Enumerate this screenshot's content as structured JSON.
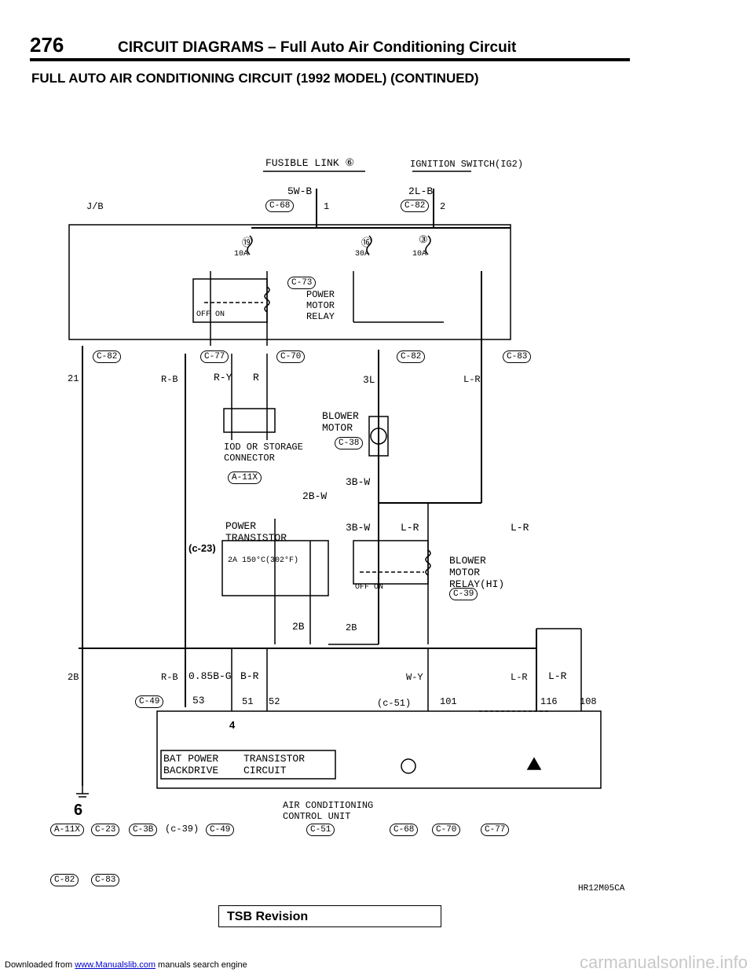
{
  "header": {
    "page_number": "276",
    "title": "CIRCUIT DIAGRAMS – Full Auto Air Conditioning Circuit",
    "subtitle": "FULL AUTO AIR CONDITIONING CIRCUIT (1992 MODEL) (CONTINUED)"
  },
  "labels": {
    "fusible_link": "FUSIBLE LINK ⑥",
    "ignition_switch": "IGNITION SWITCH(IG2)",
    "wire_5wb": "5W-B",
    "wire_2lb": "2L-B",
    "jb": "J/B",
    "conn_c68": "C-68",
    "conn_c82": "C-82",
    "pin1": "1",
    "pin2": "2",
    "fuse19": "⑲",
    "fuse16": "⑯",
    "fuse3": "③",
    "amp10a": "10A",
    "amp30a": "30A",
    "amp10a_b": "10A",
    "relay_label": "POWER MOTOR RELAY",
    "conn_c73": "C-73",
    "off_on": "OFF ON",
    "conn_c77": "C-77",
    "conn_c70": "C-70",
    "conn_c82b": "C-82",
    "conn_c83": "C-83",
    "num21": "21",
    "rb": "R-B",
    "ry": "R-Y",
    "r": "R",
    "w3l": "3L",
    "lr": "L-R",
    "blower_motor": "BLOWER MOTOR",
    "conn_c38": "C-38",
    "storage_connector": "IOD OR STORAGE CONNECTOR",
    "conn_a11x": "A-11X",
    "w3bw": "3B-W",
    "w2bw": "2B-W",
    "power_transistor": "POWER TRANSISTOR",
    "c23": "(c-23)",
    "thermo": "2A 150°C(302°F)",
    "blower_motor_relay": "BLOWER MOTOR RELAY(HI)",
    "conn_c39": "C-39",
    "w2b": "2B",
    "w2b_left": "2B",
    "w_085bg": "0.85B-G",
    "w_br": "B-R",
    "w_wy": "W-Y",
    "w_lr2": "L-R",
    "w_lr3": "L-R",
    "pin53": "53",
    "pin51": "51",
    "pin52": "52",
    "c51": "(c-51)",
    "pin101": "101",
    "pin116": "116",
    "pin108": "108",
    "conn_c49": "C-49",
    "bat_power": "BAT POWER BACKDRIVE",
    "transistor_circuit": "TRANSISTOR CIRCUIT",
    "num4": "4",
    "ground6": "6",
    "ac_control_unit": "AIR CONDITIONING CONTROL UNIT",
    "conn_list_row1": [
      "A-11X",
      "C-23",
      "C-3B",
      "(c-39)",
      "C-49",
      "C-51",
      "C-68",
      "C-70",
      "C-77"
    ],
    "conn_list_row2": [
      "C-82",
      "C-83"
    ]
  },
  "sheet_id": "HR12M05CA",
  "tsb_revision": "TSB Revision",
  "footer": {
    "prefix": "Downloaded from",
    "link": "www.Manualslib.com",
    "suffix": "manuals search engine",
    "watermark": "carmanualsonline.info"
  }
}
